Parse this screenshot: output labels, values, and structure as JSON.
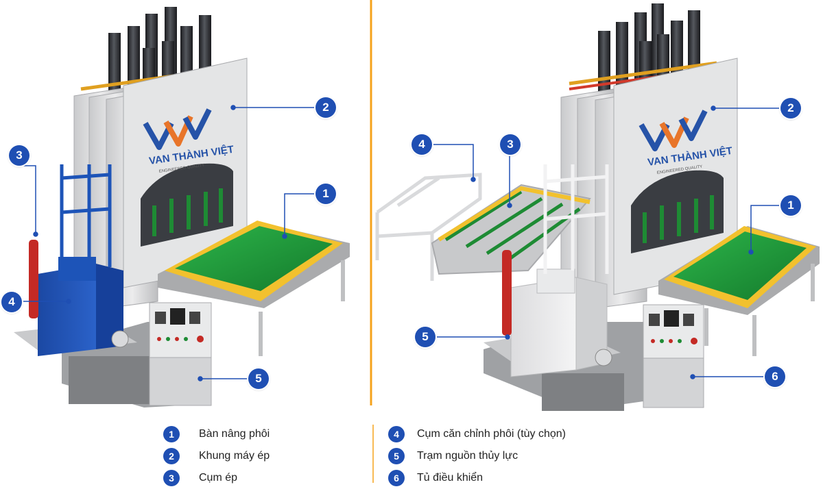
{
  "colors": {
    "marker_blue": "#1f4fb3",
    "divider_orange": "#f5a21b",
    "logo_blue": "#2653a8",
    "logo_orange": "#e8752a",
    "frame_gray": "#d9dadc",
    "table_green": "#1f9a3a",
    "rail_yellow": "#f2c12e",
    "hydraulic_blue": "#1d54b8",
    "cylinder_dark": "#2d2f33"
  },
  "logo": {
    "brand": "VAN THÀNH VIỆT",
    "tagline": "ENGINEERED QUALITY"
  },
  "left_diagram": {
    "markers": [
      "1",
      "2",
      "3",
      "4",
      "5"
    ]
  },
  "right_diagram": {
    "markers": [
      "1",
      "2",
      "3",
      "4",
      "5",
      "6"
    ]
  },
  "legend": {
    "left": [
      {
        "num": "1",
        "label": "Bàn nâng phôi"
      },
      {
        "num": "2",
        "label": "Khung máy ép"
      },
      {
        "num": "3",
        "label": "Cụm ép"
      }
    ],
    "right": [
      {
        "num": "4",
        "label": "Cụm căn chỉnh phôi (tùy chọn)"
      },
      {
        "num": "5",
        "label": "Trạm nguồn thủy lực"
      },
      {
        "num": "6",
        "label": "Tủ điều khiển"
      }
    ]
  }
}
